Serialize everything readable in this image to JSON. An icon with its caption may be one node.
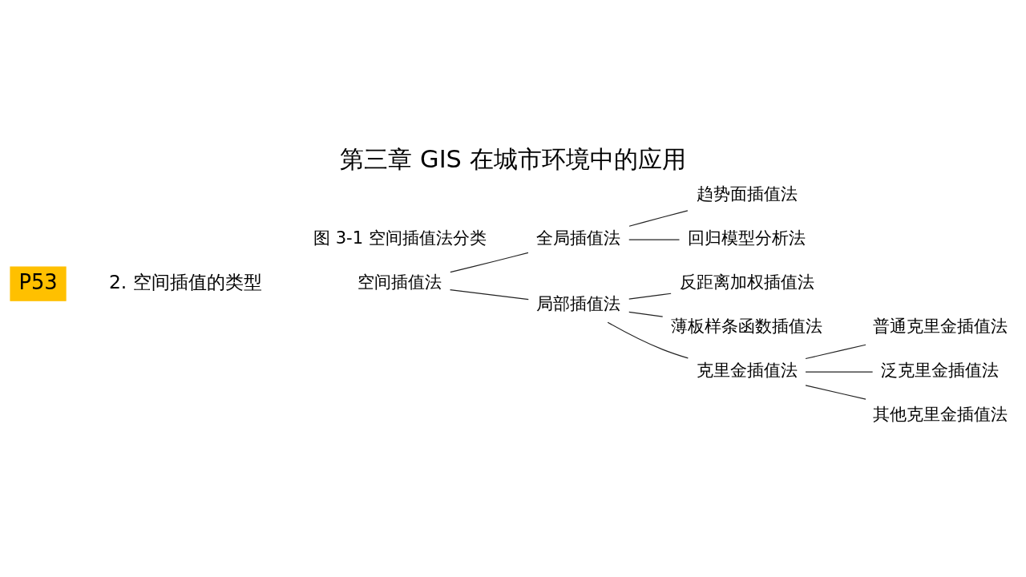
{
  "diagram": {
    "title": "第三章 GIS 在城市环境中的应用",
    "caption": "图 3-1 空间插值法分类",
    "nodes": [
      {
        "text": [
          "P53"
        ]
      },
      {
        "text": [
          "空间插值法"
        ]
      },
      {
        "text": [
          "全局插值法"
        ]
      },
      {
        "text": [
          "局部插值法"
        ]
      },
      {
        "text": [
          "趋势面插值法"
        ]
      },
      {
        "text": [
          "回归模型分析法"
        ]
      },
      {
        "text": [
          "反距离加权插值法"
        ]
      },
      {
        "text": [
          "薄板样条函数插值法"
        ]
      },
      {
        "text": [
          "克里金插值法"
        ]
      },
      {
        "text": [
          "普通克里金插值法"
        ]
      },
      {
        "text": [
          "泛克里金插值法"
        ]
      },
      {
        "text": [
          "其他克里金插值法"
        ]
      }
    ],
    "edges": [
      {
        "from": 1,
        "to": 2,
        "arrow": "none"
      },
      {
        "from": 1,
        "to": 3,
        "arrow": "none"
      },
      {
        "from": 2,
        "to": 4,
        "arrow": "none"
      },
      {
        "from": 2,
        "to": 5,
        "arrow": "none"
      },
      {
        "from": 3,
        "to": 6,
        "arrow": "none"
      },
      {
        "from": 3,
        "to": 7,
        "arrow": "none"
      },
      {
        "from": 3,
        "to": 8,
        "arrow": "none"
      },
      {
        "from": 8,
        "to": 9,
        "arrow": "none"
      },
      {
        "from": 8,
        "to": 10,
        "arrow": "none"
      },
      {
        "from": 8,
        "to": 11,
        "arrow": "none"
      }
    ],
    "labels": [
      "2. 空间插值的类型"
    ]
  }
}
